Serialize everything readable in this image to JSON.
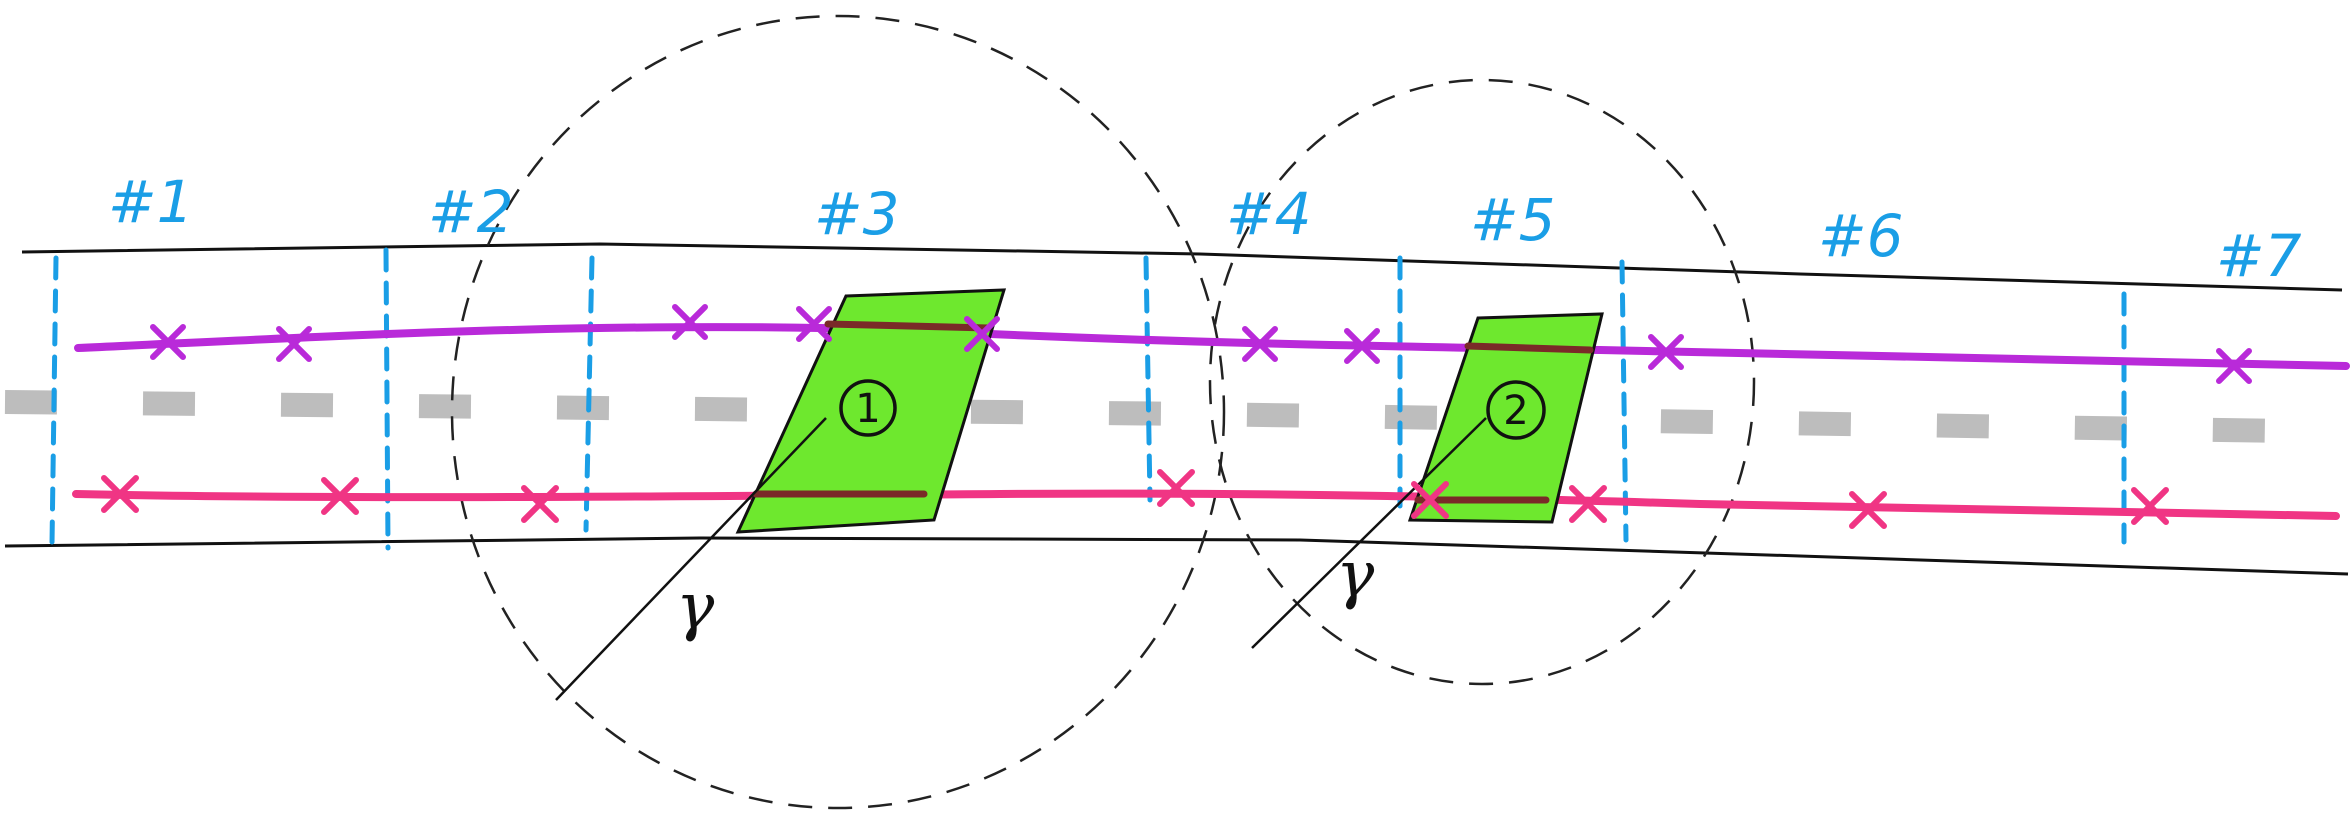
{
  "segments": [
    "#1",
    "#2",
    "#3",
    "#4",
    "#5",
    "#6",
    "#7"
  ],
  "areas": [
    {
      "label": "1",
      "radius_label": "γ"
    },
    {
      "label": "2",
      "radius_label": "γ"
    }
  ],
  "colors": {
    "segment_labels": "#1a9ee6",
    "upper_path": "#b92ad9",
    "lower_path": "#f03584",
    "zone_fill": "#6ee82e",
    "centerline": "#bdbdbd"
  }
}
